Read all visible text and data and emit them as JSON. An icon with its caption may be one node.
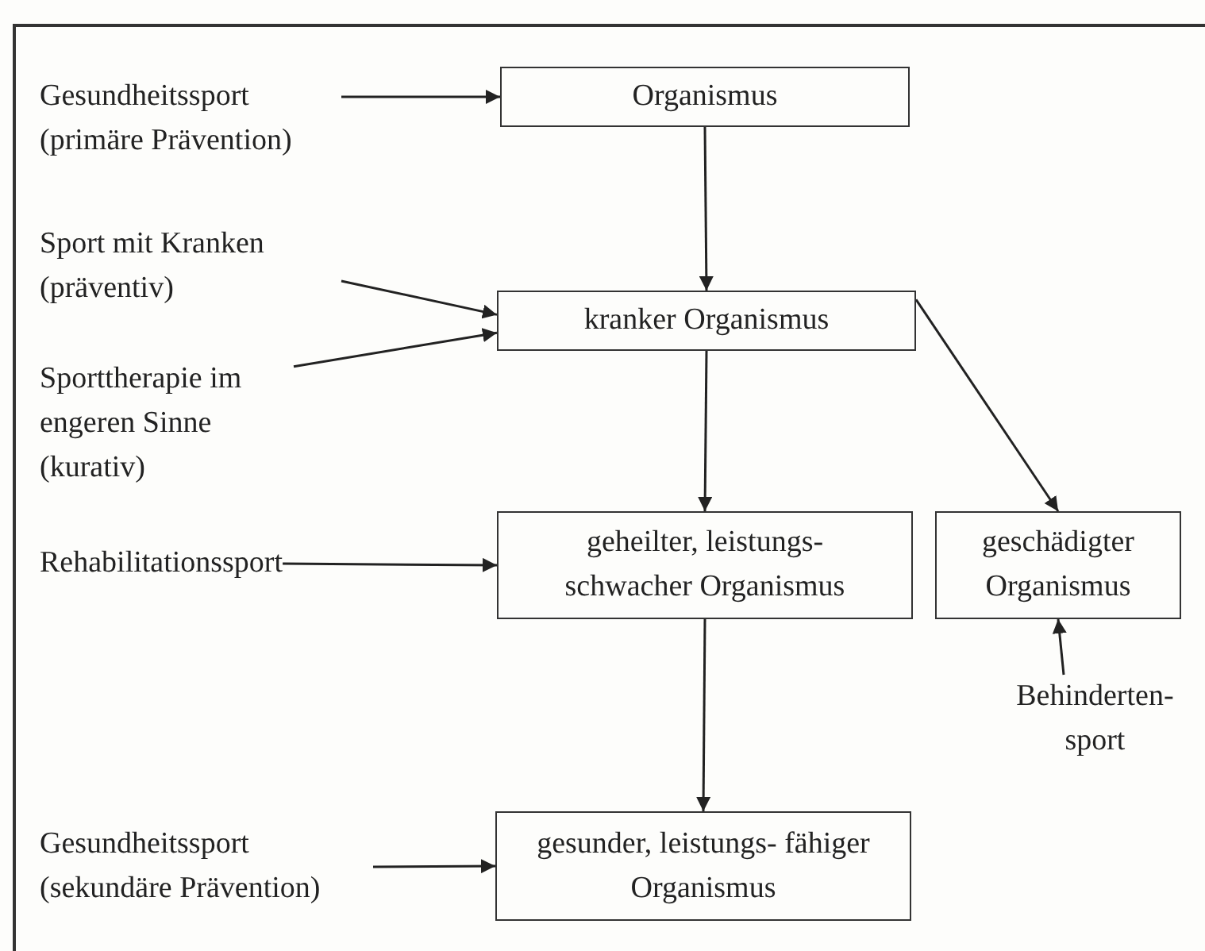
{
  "diagram": {
    "nodes": [
      {
        "text": [
          "Organismus"
        ]
      },
      {
        "text": [
          "kranker Organismus"
        ]
      },
      {
        "text": [
          "geheilter, leistungs- schwacher Organismus"
        ]
      },
      {
        "text": [
          "geschädigter Organismus"
        ]
      },
      {
        "text": [
          "gesunder, leistungs- fähiger Organismus"
        ]
      },
      {
        "text": [
          "Gesundheitssport (primäre Prävention)"
        ]
      },
      {
        "text": [
          "Sport mit Kranken (präventiv)"
        ]
      },
      {
        "text": [
          "Sporttherapie im engeren Sinne (kurativ)"
        ]
      },
      {
        "text": [
          "Rehabilitationssport"
        ]
      },
      {
        "text": [
          "Behinderten- sport"
        ]
      },
      {
        "text": [
          "Gesundheitssport (sekundäre Prävention)"
        ]
      }
    ],
    "edges": [
      {
        "from": 5,
        "to": 0,
        "arrow": "to"
      },
      {
        "from": 0,
        "to": 1,
        "arrow": "to"
      },
      {
        "from": 6,
        "to": 1,
        "arrow": "to"
      },
      {
        "from": 7,
        "to": 1,
        "arrow": "to"
      },
      {
        "from": 1,
        "to": 2,
        "arrow": "to"
      },
      {
        "from": 1,
        "to": 3,
        "arrow": "to"
      },
      {
        "from": 8,
        "to": 2,
        "arrow": "to"
      },
      {
        "from": 9,
        "to": 3,
        "arrow": "to"
      },
      {
        "from": 2,
        "to": 4,
        "arrow": "to"
      },
      {
        "from": 10,
        "to": 4,
        "arrow": "to"
      }
    ]
  }
}
